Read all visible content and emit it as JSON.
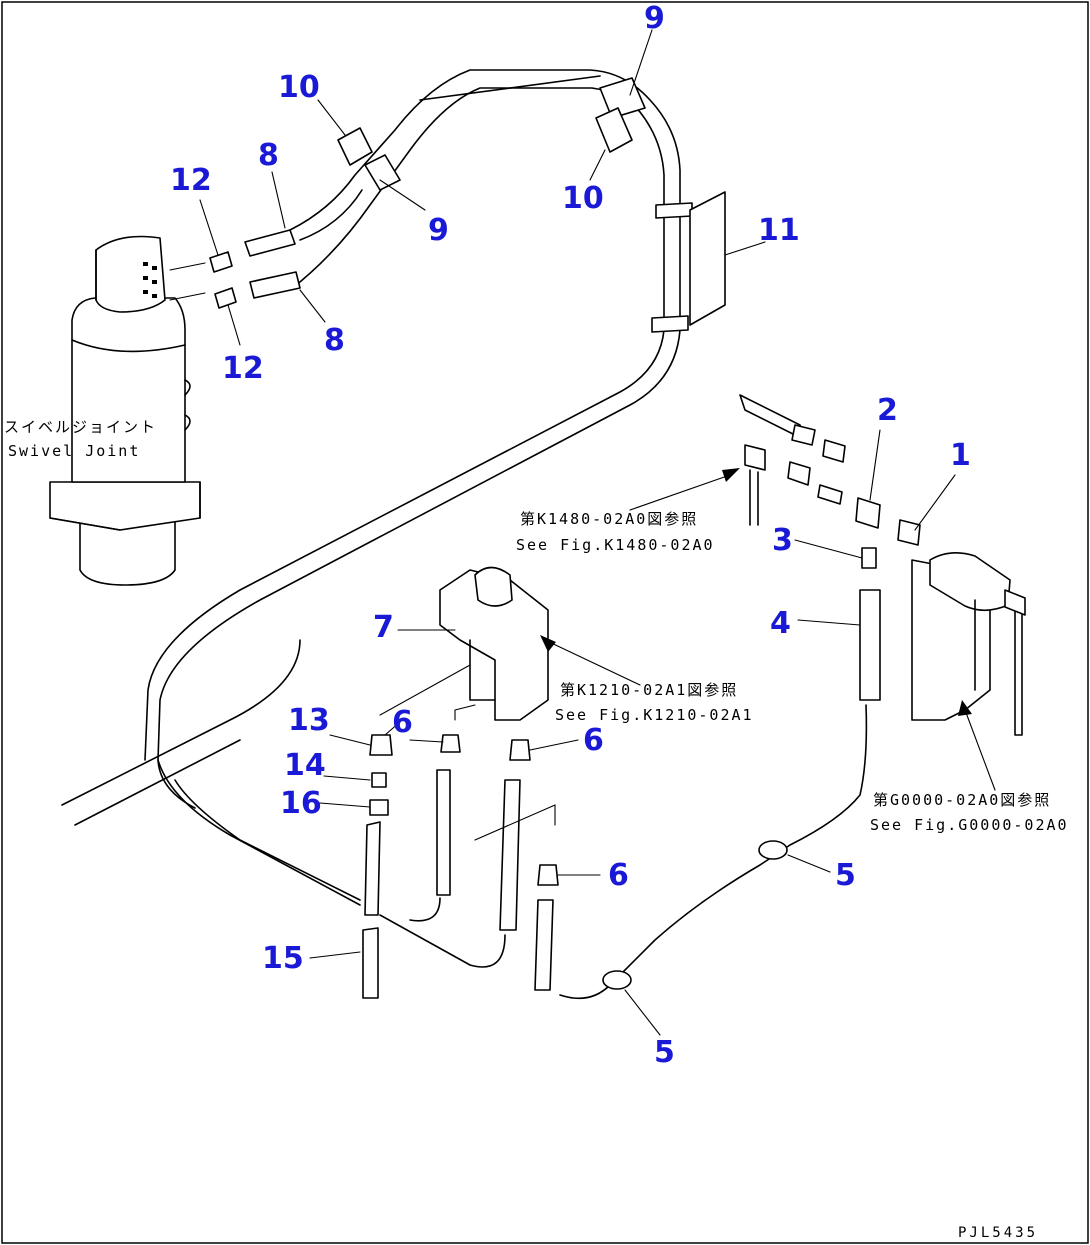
{
  "figure_code": "PJL5435",
  "swivel_joint": {
    "label_jp": "スイベルジョイント",
    "label_en": "Swivel Joint"
  },
  "references": [
    {
      "jp": "第K1480-02A0図参照",
      "en": "See Fig.K1480-02A0"
    },
    {
      "jp": "第K1210-02A1図参照",
      "en": "See Fig.K1210-02A1"
    },
    {
      "jp": "第G0000-02A0図参照",
      "en": "See Fig.G0000-02A0"
    }
  ],
  "callouts": [
    "9",
    "10",
    "8",
    "12",
    "9",
    "10",
    "11",
    "12",
    "8",
    "2",
    "1",
    "3",
    "4",
    "7",
    "13",
    "6",
    "6",
    "14",
    "16",
    "6",
    "5",
    "15",
    "5"
  ],
  "colors": {
    "callout": "#1a1ad6",
    "line": "#000000"
  }
}
